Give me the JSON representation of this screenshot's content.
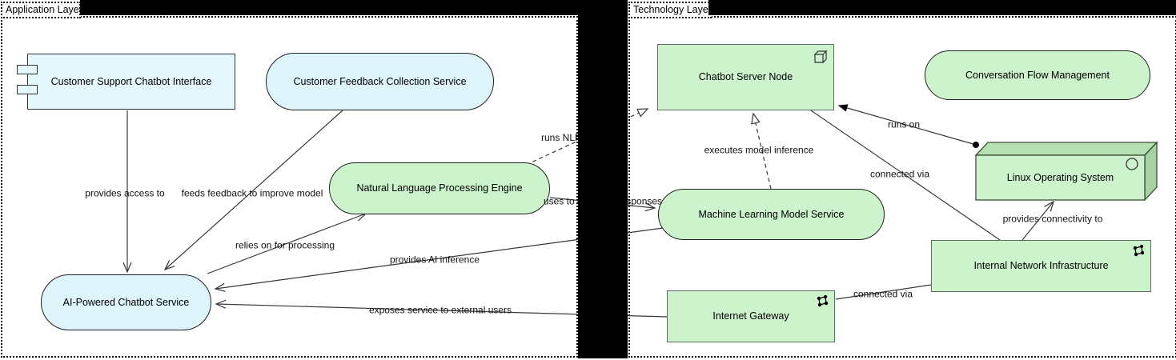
{
  "diagram": {
    "layers": {
      "application": {
        "label": "Application Layer"
      },
      "technology": {
        "label": "Technology Layer"
      }
    },
    "elements": {
      "customer_support_chatbot_interface": {
        "label": "Customer Support Chatbot Interface"
      },
      "customer_feedback_collection_service": {
        "label": "Customer Feedback Collection Service"
      },
      "natural_language_processing_engine": {
        "label": "Natural Language Processing Engine"
      },
      "ai_powered_chatbot_service": {
        "label": "AI-Powered Chatbot Service"
      },
      "chatbot_server_node": {
        "label": "Chatbot Server Node"
      },
      "conversation_flow_management": {
        "label": "Conversation Flow Management"
      },
      "linux_operating_system": {
        "label": "Linux Operating System"
      },
      "machine_learning_model_service": {
        "label": "Machine Learning Model Service"
      },
      "internal_network_infrastructure": {
        "label": "Internal Network Infrastructure"
      },
      "internet_gateway": {
        "label": "Internet Gateway"
      }
    },
    "relationships": {
      "provides_access_to": {
        "label": "provides access to"
      },
      "feeds_feedback_to_improve_model": {
        "label": "feeds feedback to improve model"
      },
      "relies_on_for_processing": {
        "label": "relies on for processing"
      },
      "uses_to_generate_responses": {
        "label": "uses to generate responses"
      },
      "runs_nlp_engine": {
        "label": "runs NLP engine"
      },
      "provides_ai_inference": {
        "label": "provides AI inference"
      },
      "exposes_service_to_external_users": {
        "label": "exposes service to external users"
      },
      "executes_model_inference": {
        "label": "executes model inference"
      },
      "runs_on": {
        "label": "runs on"
      },
      "connected_via_server": {
        "label": "connected via"
      },
      "provides_connectivity_to": {
        "label": "provides connectivity to"
      },
      "connected_via_gateway": {
        "label": "connected via"
      }
    },
    "colors": {
      "application_fill": "#ddf4fb",
      "technology_fill": "#ccf3cb",
      "outline": "#1f1f1f",
      "rect_outline": "#5c6e5c",
      "redaction_bar": "#000000"
    }
  }
}
